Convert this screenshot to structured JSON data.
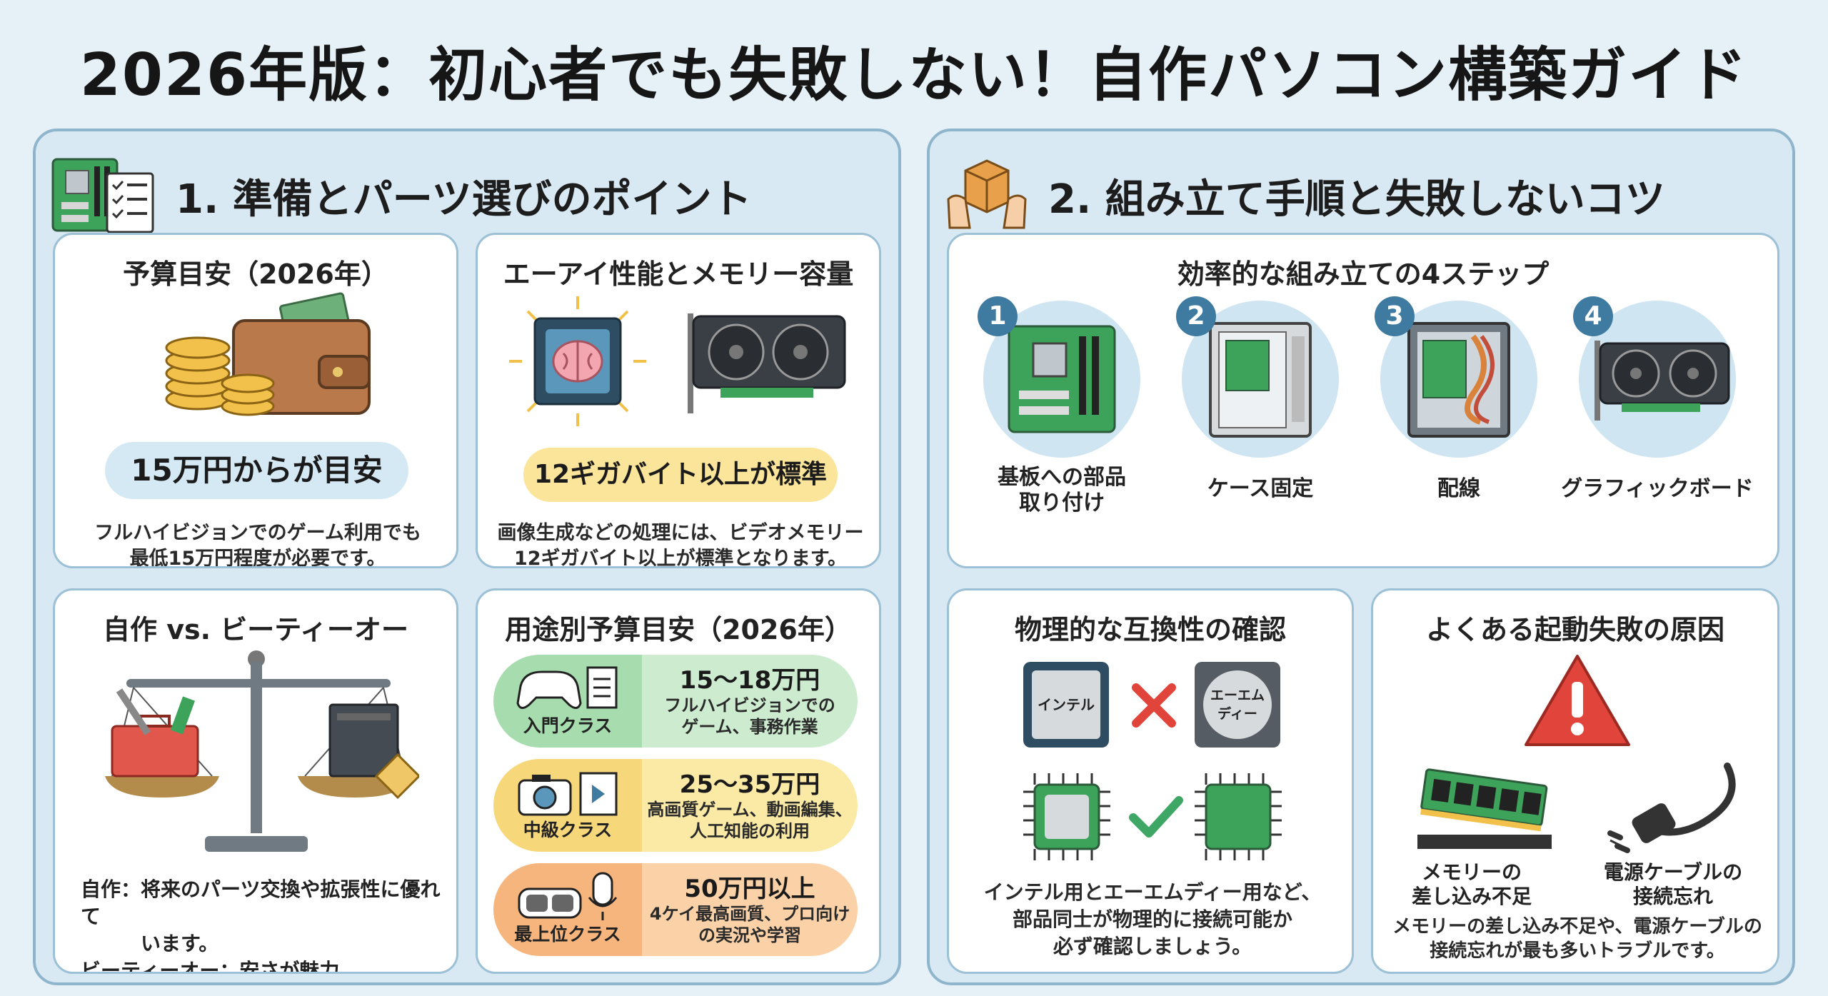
{
  "title": "2026年版：初心者でも失敗しない！自作パソコン構築ガイド",
  "section1": {
    "title": "1. 準備とパーツ選びのポイント",
    "budget": {
      "title": "予算目安（2026年）",
      "highlight": "15万円からが目安",
      "desc": [
        "フルハイビジョンでのゲーム利用でも",
        "最低15万円程度が必要です。"
      ]
    },
    "ai": {
      "title": "エーアイ性能とメモリー容量",
      "highlight": "12ギガバイト以上が標準",
      "desc": [
        "画像生成などの処理には、ビデオメモリー",
        "12ギガバイト以上が標準となります。"
      ]
    },
    "versus": {
      "title": "自作 vs. ビーティーオー",
      "lines": [
        "自作：将来のパーツ交換や拡張性に優れて",
        "　　　います。",
        "ビーティーオー：安さが魅力。"
      ]
    },
    "usage": {
      "title": "用途別予算目安（2026年）",
      "tiers": [
        {
          "name": "入門クラス",
          "price": "15〜18万円",
          "desc": [
            "フルハイビジョンでの",
            "ゲーム、事務作業"
          ],
          "color": "#cdeccf",
          "accent": "#a6dcae"
        },
        {
          "name": "中級クラス",
          "price": "25〜35万円",
          "desc": [
            "高画質ゲーム、動画編集、",
            "人工知能の利用"
          ],
          "color": "#fbeaa6",
          "accent": "#f6d77a"
        },
        {
          "name": "最上位クラス",
          "price": "50万円以上",
          "desc": [
            "4ケイ最高画質、プロ向け",
            "の実況や学習"
          ],
          "color": "#fbd2a8",
          "accent": "#f5b57c"
        }
      ]
    }
  },
  "section2": {
    "title": "2. 組み立て手順と失敗しないコツ",
    "steps": {
      "title": "効率的な組み立ての4ステップ",
      "items": [
        {
          "num": "1",
          "label": [
            "基板への部品",
            "取り付け"
          ]
        },
        {
          "num": "2",
          "label": [
            "ケース固定"
          ]
        },
        {
          "num": "3",
          "label": [
            "配線"
          ]
        },
        {
          "num": "4",
          "label": [
            "グラフィックボード"
          ]
        }
      ]
    },
    "compat": {
      "title": "物理的な互換性の確認",
      "chip1": "インテル",
      "chip2": "エーエム\nディー",
      "desc": [
        "インテル用とエーエムディー用など、",
        "部品同士が物理的に接続可能か",
        "必ず確認しましょう。"
      ]
    },
    "boot": {
      "title": "よくある起動失敗の原因",
      "cause1": [
        "メモリーの",
        "差し込み不足"
      ],
      "cause2": [
        "電源ケーブルの",
        "接続忘れ"
      ],
      "desc": [
        "メモリーの差し込み不足や、電源ケーブルの",
        "接続忘れが最も多いトラブルです。"
      ]
    }
  },
  "colors": {
    "accent": "#3f7aa1",
    "border": "#9cc0d6",
    "panel": "#d8e9f3",
    "error": "#e0443a",
    "ok": "#3fa765"
  }
}
